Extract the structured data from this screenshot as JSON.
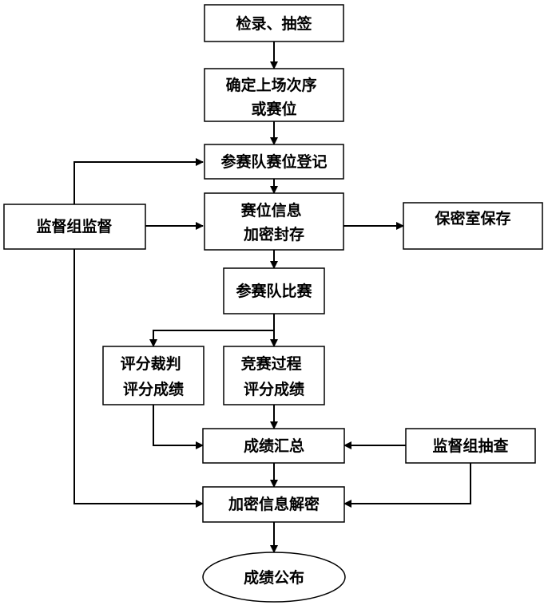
{
  "nodes": {
    "draw_lots": [
      "检录、抽签"
    ],
    "confirm_order": [
      "确定上场次序",
      "或赛位"
    ],
    "register": [
      "参赛队赛位登记"
    ],
    "encrypt": [
      "赛位信息",
      "加密封存"
    ],
    "secret_room": [
      "保密室保存"
    ],
    "supervisor": [
      "监督组监督"
    ],
    "compete": [
      "参赛队比赛"
    ],
    "judge_score": [
      "评分裁判",
      "评分成绩"
    ],
    "process_score": [
      "竞赛过程",
      "评分成绩"
    ],
    "summary": [
      "成绩汇总"
    ],
    "spot_check": [
      "监督组抽查"
    ],
    "decrypt": [
      "加密信息解密"
    ],
    "publish": [
      "成绩公布"
    ]
  },
  "colors": {
    "stroke": "#000000",
    "fill": "#ffffff",
    "text": "#000000"
  }
}
